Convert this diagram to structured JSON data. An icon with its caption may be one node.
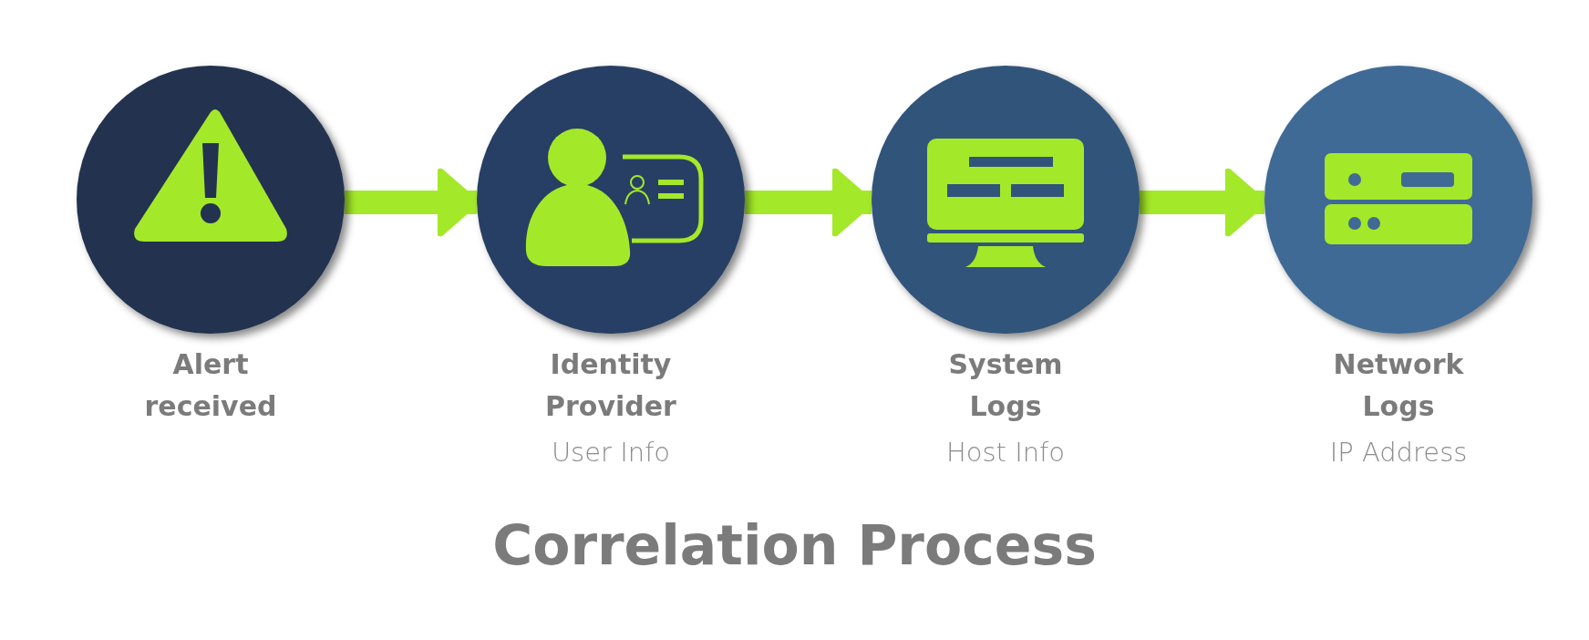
{
  "diagram": {
    "title": "Correlation Process",
    "nodes": [
      {
        "text": [
          "Alert received"
        ]
      },
      {
        "text": [
          "Identity Provider",
          "User Info"
        ]
      },
      {
        "text": [
          "System Logs",
          "Host Info"
        ]
      },
      {
        "text": [
          "Network Logs",
          "IP Address"
        ]
      }
    ],
    "edges": [
      {
        "from": 0,
        "to": 1,
        "arrow": "to"
      },
      {
        "from": 1,
        "to": 2,
        "arrow": "to"
      },
      {
        "from": 2,
        "to": 3,
        "arrow": "to"
      }
    ]
  }
}
